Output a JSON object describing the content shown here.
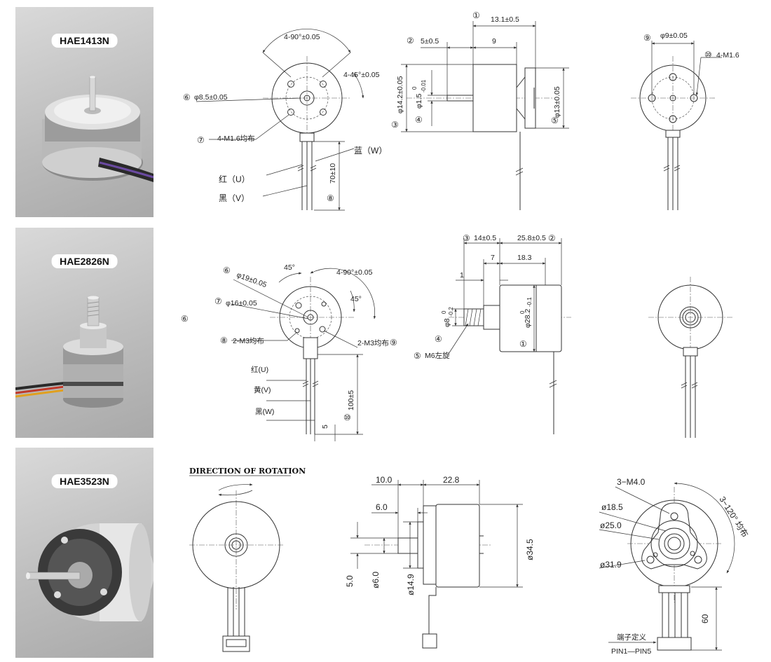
{
  "products": [
    {
      "model": "HAE1413N"
    },
    {
      "model": "HAE2826N"
    },
    {
      "model": "HAE3523N"
    }
  ],
  "row1": {
    "front": {
      "angle1": "4-90°±0.05",
      "angle2": "4-45°±0.05",
      "dia": "φ8.5±0.05",
      "holes": "4-M1.6均布",
      "wire_u": "红（U）",
      "wire_v": "黑（V）",
      "wire_w": "蓝（W）",
      "lead": "70±10",
      "m6": "⑥",
      "m7": "⑦",
      "m8": "⑧"
    },
    "side": {
      "len": "13.1±0.5",
      "shaft": "5±0.5",
      "body": "9",
      "dia_body": "φ14.2±0.05",
      "dia_shaft": "φ1.5",
      "tol_top": "0",
      "tol_bot": "-0.01",
      "dia_boss": "φ13±0.05",
      "m1": "①",
      "m2": "②",
      "m3": "③",
      "m4": "④",
      "m5": "⑤"
    },
    "back": {
      "dia": "φ9±0.05",
      "holes": "4-M1.6",
      "m9": "⑨",
      "m10": "⑩"
    }
  },
  "row2": {
    "front": {
      "d19": "φ19±0.05",
      "d16": "φ16±0.05",
      "a45a": "45°",
      "a90": "4-90°±0.05",
      "a45b": "45°",
      "m3a": "2-M3均布",
      "m3b": "2-M3均布",
      "wire_u": "红(U)",
      "wire_v": "黄(V)",
      "wire_w": "黑(W)",
      "lead": "100±5",
      "strip": "5",
      "m6": "⑥",
      "m6b": "⑥",
      "m7": "⑦",
      "m8": "⑧",
      "m9": "⑨",
      "m10": "⑩"
    },
    "side": {
      "shaft": "14±0.5",
      "len": "25.8±0.5",
      "seven": "7",
      "body": "18.3",
      "one": "1",
      "dia_shaft": "φ8",
      "tol_s_top": "0",
      "tol_s_bot": "-0.2",
      "dia_body": "φ28.2",
      "tol_b_top": "0",
      "tol_b_bot": "-0.1",
      "thread": "M6左旋",
      "m1": "①",
      "m2": "②",
      "m3": "③",
      "m4": "④",
      "m5": "⑤"
    }
  },
  "row3": {
    "front": {
      "title": "DIRECTION OF ROTATION"
    },
    "side": {
      "d10": "10.0",
      "d228": "22.8",
      "d6": "6.0",
      "d5": "5.0",
      "dia6": "ø6.0",
      "dia149": "ø14.9",
      "dia345": "ø34.5"
    },
    "back": {
      "holes": "3−M4.0",
      "d185": "ø18.5",
      "d25": "ø25.0",
      "d319": "ø31.9",
      "angle": "3−120° 均布",
      "lead": "60",
      "pin_title": "端子定义",
      "pin_range": "PIN1—PIN5"
    }
  }
}
